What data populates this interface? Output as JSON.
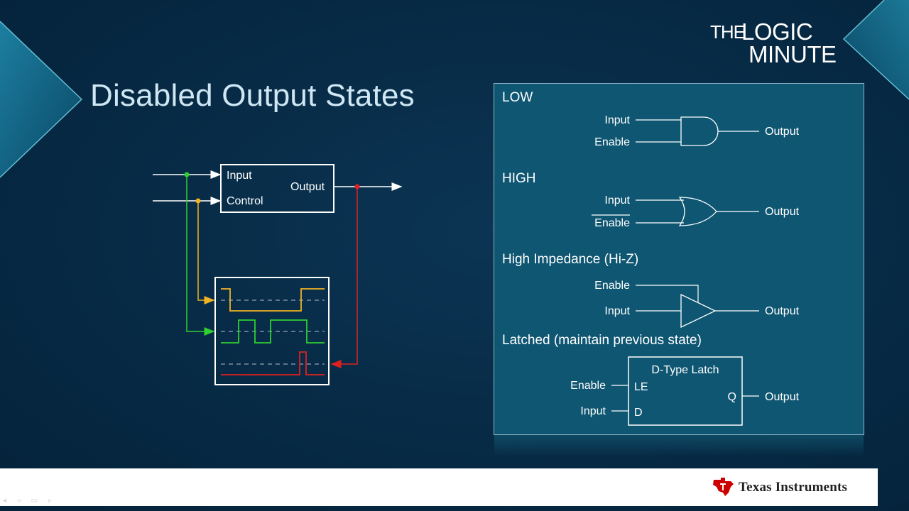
{
  "slide": {
    "title": "Disabled Output States"
  },
  "logo": {
    "the": "THE",
    "logic": "LOGIC",
    "minute": "MINUTE"
  },
  "block_diagram": {
    "input_label": "Input",
    "control_label": "Control",
    "output_label": "Output"
  },
  "colors": {
    "input_trace": "#2fcf2f",
    "control_trace": "#f0b323",
    "output_trace": "#e02020",
    "background": "#062640",
    "panel": "#0f5672",
    "ti_red": "#cc0000"
  },
  "panel": {
    "low": {
      "heading": "LOW",
      "input": "Input",
      "enable": "Enable",
      "output": "Output"
    },
    "high": {
      "heading": "HIGH",
      "input": "Input",
      "enable": "Enable",
      "output": "Output"
    },
    "hiz": {
      "heading": "High Impedance (Hi-Z)",
      "enable": "Enable",
      "input": "Input",
      "output": "Output"
    },
    "latched": {
      "heading": "Latched (maintain previous state)",
      "title": "D-Type Latch",
      "le_pin": "LE",
      "d_pin": "D",
      "q_pin": "Q",
      "enable": "Enable",
      "input": "Input",
      "output": "Output"
    }
  },
  "footer": {
    "company": "Texas Instruments"
  }
}
